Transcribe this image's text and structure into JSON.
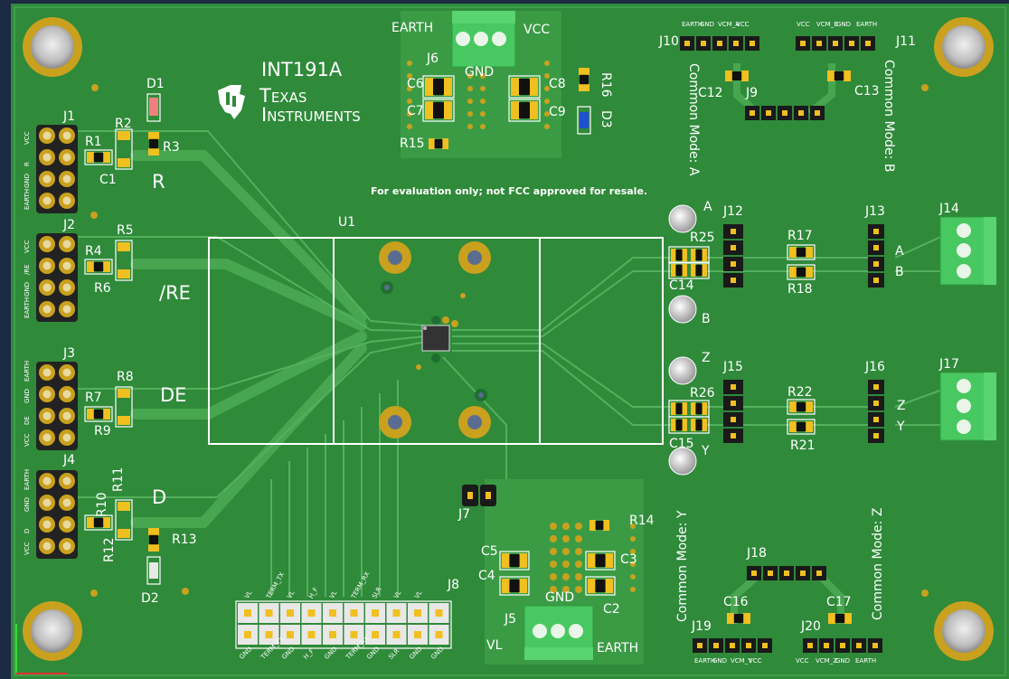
{
  "title": "INT191A",
  "brand": {
    "line1": "Texas",
    "line2": "Instruments"
  },
  "notice": "For evaluation only; not FCC approved for resale.",
  "ic_label": "U1",
  "colors": {
    "board": "#2f8a3a",
    "board_light": "#3b9b45",
    "copper": "#c9a11e",
    "pad": "#f0c020",
    "silk": "#ffffff",
    "terminal": "#48c860",
    "background": "#1c2a44"
  },
  "connectors_left": [
    {
      "ref": "J1",
      "pins": [
        "VCC",
        "R",
        "GND",
        "EARTH"
      ],
      "signal": "R"
    },
    {
      "ref": "J2",
      "pins": [
        "VCC",
        "/RE",
        "GND",
        "EARTH"
      ],
      "signal": "/RE"
    },
    {
      "ref": "J3",
      "pins": [
        "EARTH",
        "GND",
        "DE",
        "VCC"
      ],
      "signal": "DE"
    },
    {
      "ref": "J4",
      "pins": [
        "EARTH",
        "GND",
        "D",
        "VCC"
      ],
      "signal": "D"
    }
  ],
  "resistors_left": [
    "R1",
    "R2",
    "R3",
    "R4",
    "R5",
    "R6",
    "R7",
    "R8",
    "R9",
    "R10",
    "R11",
    "R12",
    "R13"
  ],
  "caps_left": [
    "C1"
  ],
  "leds": [
    "D1",
    "D2",
    "D3"
  ],
  "top_power": {
    "ref": "J6",
    "earth": "EARTH",
    "vcc": "VCC",
    "gnd": "GND",
    "caps": [
      "C6",
      "C7",
      "C8",
      "C9"
    ],
    "res": [
      "R15",
      "R16"
    ]
  },
  "common_mode_top": {
    "j10": {
      "ref": "J10",
      "pins": [
        "EARTH",
        "GND",
        "VCM_A",
        "VCC"
      ]
    },
    "j11": {
      "ref": "J11",
      "pins": [
        "VCC",
        "VCM_B",
        "GND",
        "EARTH"
      ]
    },
    "j9": "J9",
    "c12": "C12",
    "c13": "C13",
    "label_a": "Common Mode: A",
    "label_b": "Common Mode: B"
  },
  "right_side": {
    "j12": "J12",
    "j13": "J13",
    "j14": "J14",
    "j15": "J15",
    "j16": "J16",
    "j17": "J17",
    "r17": "R17",
    "r18": "R18",
    "r21": "R21",
    "r22": "R22",
    "r25": "R25",
    "r26": "R26",
    "c14": "C14",
    "c15": "C15",
    "a": "A",
    "b": "B",
    "z": "Z",
    "y": "Y"
  },
  "bottom_header": {
    "ref": "J8",
    "top_pins": [
      "VL",
      "TERM_TX",
      "VL",
      "H_F",
      "VL",
      "TERM_RX",
      "SLR",
      "VL",
      "VL"
    ],
    "bottom_pins": [
      "GND",
      "TERM_TX",
      "GND",
      "H_F",
      "GND",
      "TERM_RX",
      "GND",
      "SLR",
      "GND",
      "GND"
    ]
  },
  "bottom_power": {
    "ref": "J5",
    "gnd": "GND",
    "vl": "VL",
    "earth": "EARTH",
    "caps": [
      "C2",
      "C3",
      "C4",
      "C5"
    ],
    "res": [
      "R14"
    ],
    "jumper": "J7"
  },
  "common_mode_bottom": {
    "j18": "J18",
    "j19": {
      "ref": "J19",
      "pins": [
        "EARTH",
        "GND",
        "VCM_Y",
        "VCC"
      ]
    },
    "j20": {
      "ref": "J20",
      "pins": [
        "VCC",
        "VCM_Z",
        "GND",
        "EARTH"
      ]
    },
    "c16": "C16",
    "c17": "C17",
    "label_y": "Common Mode: Y",
    "label_z": "Common Mode: Z"
  }
}
